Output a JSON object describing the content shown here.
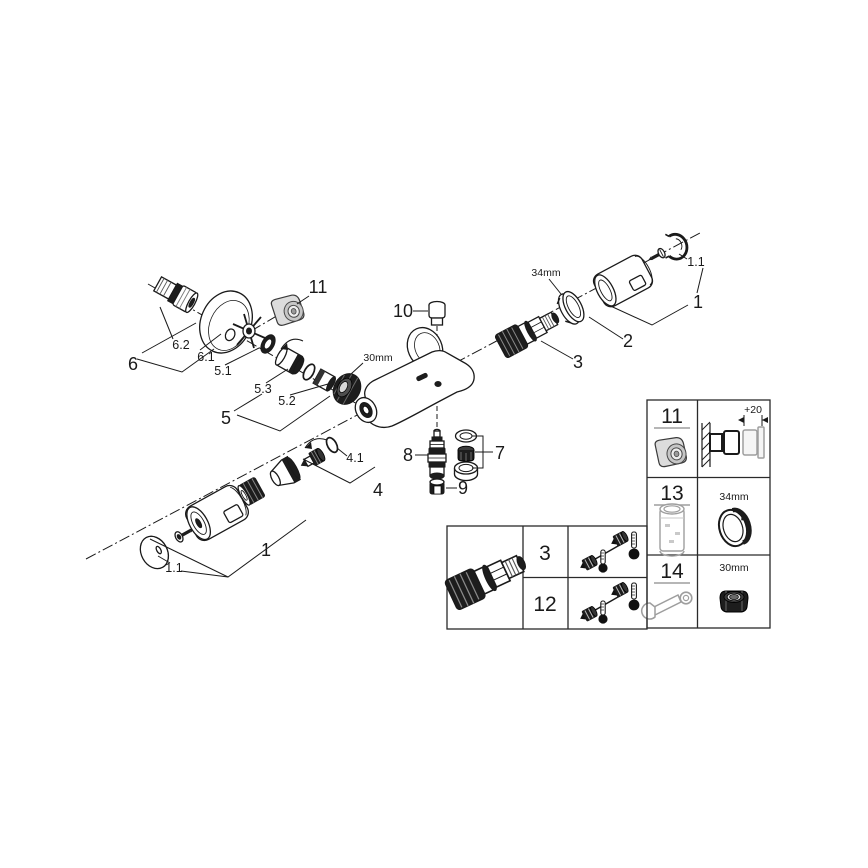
{
  "diagram": {
    "description": "Exploded spare-parts diagram of a wall-mounted thermostatic bath/shower mixer faucet",
    "colors": {
      "line": "#1a1a1a",
      "dark_fill": "#1d1d1d",
      "ghost_gray": "#9e9e9e",
      "background": "#ffffff"
    }
  },
  "labels": {
    "c6": "6",
    "c62": "6.2",
    "c61": "6.1",
    "c5": "5",
    "c51": "5.1",
    "c53": "5.3",
    "c52": "5.2",
    "c11": "11",
    "c10": "10",
    "c30": "30mm",
    "c34": "34mm",
    "c3": "3",
    "c2": "2",
    "c1t": "1",
    "c11t": "1.1",
    "c8": "8",
    "c7": "7",
    "c9": "9",
    "c41": "4.1",
    "c4": "4",
    "c1b": "1",
    "c11b": "1.1"
  },
  "parts_table": {
    "rows": [
      {
        "id": "11",
        "icon": "extension-cap-icon",
        "detail": "+20",
        "detail_icon": "wall-mount-depth-icon"
      },
      {
        "id": "13",
        "icon": "extension-sleeve-icon",
        "detail": "34mm",
        "detail_icon": "ring-nut-34mm-icon"
      },
      {
        "id": "14",
        "icon": "wrench-icon",
        "detail": "30mm",
        "detail_icon": "hex-nut-30mm-icon"
      }
    ]
  },
  "valve_table": {
    "part_icon": "check-valve-icon",
    "rows": [
      {
        "id": "3",
        "icon": "valve-thermometer-hot-cold-icon"
      },
      {
        "id": "12",
        "icon": "valve-thermometer-hot-cold-icon"
      }
    ]
  }
}
